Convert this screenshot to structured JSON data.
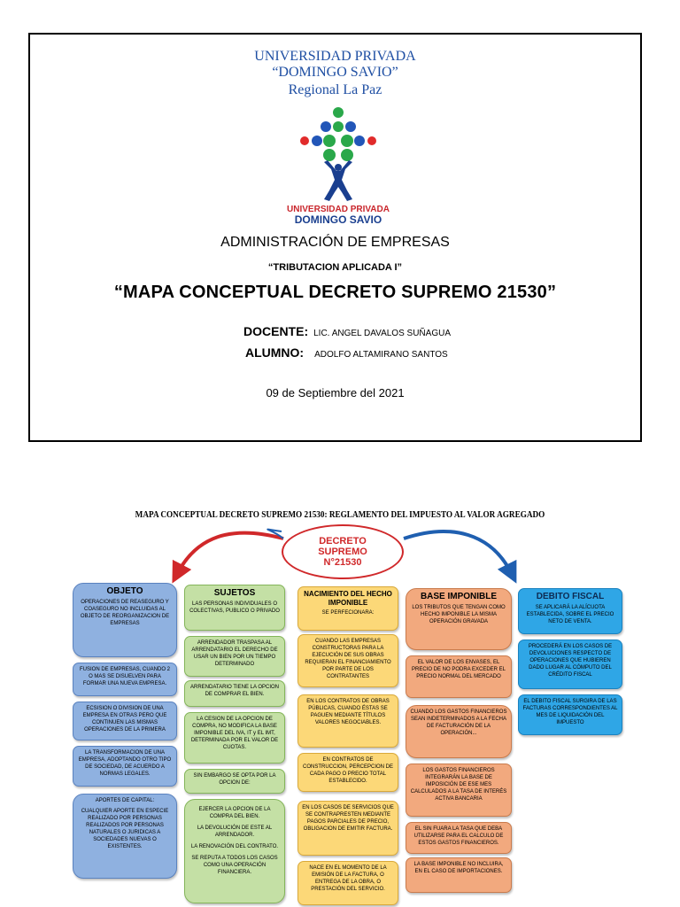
{
  "cover": {
    "university_line1": "UNIVERSIDAD PRIVADA",
    "university_line2": "“DOMINGO SAVIO”",
    "university_line3": "Regional La Paz",
    "logo_text1": "UNIVERSIDAD PRIVADA",
    "logo_text2": "DOMINGO SAVIO",
    "career": "ADMINISTRACIÓN DE EMPRESAS",
    "subject": "“TRIBUTACION APLICADA I”",
    "title": "“MAPA CONCEPTUAL DECRETO SUPREMO 21530”",
    "teacher_label": "DOCENTE:",
    "teacher_name": "LIC. ANGEL DAVALOS SUÑAGUA",
    "student_label": "ALUMNO:",
    "student_name": "ADOLFO ALTAMIRANO SANTOS",
    "date": "09 de Septiembre del 2021"
  },
  "map": {
    "title": "MAPA CONCEPTUAL DECRETO SUPREMO 21530:   REGLAMENTO DEL IMPUESTO AL VALOR AGREGADO",
    "center_line1": "DECRETO",
    "center_line2": "SUPREMO",
    "center_line3": "N°21530",
    "colors": {
      "blue": "#8fb1e0",
      "green": "#c4e0a5",
      "yellow": "#fcd878",
      "orange": "#f2a97e",
      "cyan": "#2fa6e6",
      "accent_red": "#d0282a",
      "arrow_blue": "#1f5fb0"
    },
    "objeto": {
      "heading": "OBJETO",
      "boxes": [
        "OPERACIONES DE REASEGURO Y COASEGURO NO INCLUIDAS AL OBJETO DE REORGANIZACION DE EMPRESAS",
        "FUSION DE EMPRESAS, CUANDO 2 O MAS SE DISUELVEN PARA FORMAR UNA NUEVA EMPRESA.",
        "ECSISION O DIVISION DE UNA EMPRESA EN OTRAS PERO QUE CONTINUEN LAS MISMAS OPERACIONES DE LA PRIMERA",
        "LA TRANSFORMACION DE UNA EMPRESA, ADOPTANDO OTRO TIPO DE SOCIEDAD, DE ACUERDO A NORMAS LEGALES.",
        "APORTES DE CAPITAL:",
        "CUALQUIER APORTE EN ESPECIE REALIZADO POR PERSONAS REALIZADOS POR PERSONAS NATURALES O JURIDICAS A SOCIEDADES NUEVAS O EXISTENTES."
      ]
    },
    "sujetos": {
      "heading": "SUJETOS",
      "boxes": [
        "LAS PERSONAS INDIVIDUALES O COLECTIVAS, PUBLICO O PRIVADO",
        "ARRENDADOR TRASPASA AL ARRENDATARIO EL DERECHO DE USAR UN BIEN POR UN TIEMPO DETERMINADO",
        "ARRENDATARIO TIENE LA OPCION DE COMPRAR EL BIEN.",
        "LA CESION DE LA OPCION DE COMPRA, NO MODIFICA LA BASE IMPONIBLE DEL IVA, IT y EL IMT, DETERMINADA POR EL VALOR DE CUOTAS.",
        "SIN EMBARGO SE OPTA POR LA OPCION DE:",
        "EJERCER LA OPCION DE LA COMPRA DEL BIEN.",
        "LA DEVOLUCIÓN DE ESTE AL ARRENDADOR.",
        "LA RENOVACIÓN DEL CONTRATO.",
        "SE REPUTA A TODOS LOS CASOS COMO UNA OPERACIÓN FINANCIERA."
      ]
    },
    "nacimiento": {
      "heading": "NACIMIENTO DEL HECHO IMPONIBLE",
      "boxes": [
        "SE PERFECIONARA:",
        "CUANDO LAS EMPRESAS CONSTRUCTORAS PARA LA EJECUCIÓN DE SUS OBRAS REQUIERAN EL FINANCIAMIENTO POR PARTE DE LOS CONTRATANTES",
        "EN LOS CONTRATOS DE OBRAS PÚBLICAS, CUANDO ÉSTAS SE PAGUEN MEDIANTE TÍTULOS VALORES NEGOCIABLES.",
        "EN CONTRATOS DE CONSTRUCCION, PERCEPCION DE CADA PAGO O PRECIO TOTAL ESTABLECIDO.",
        "EN LOS CASOS DE SERVICIOS QUE SE CONTRAPRESTEN MEDIANTE PAGOS PARCIALES DE PRECIO, OBLIGACION DE EMITIR FACTURA.",
        "NACE EN EL MOMENTO DE LA EMISIÓN DE LA FACTURA, O ENTREGA DE LA OBRA, O PRESTACIÓN DEL SERVICIO."
      ]
    },
    "base": {
      "heading": "BASE IMPONIBLE",
      "boxes": [
        "LOS TRIBUTOS QUE TENGAN COMO HECHO IMPONIBLE LA MISMA OPERACIÓN GRAVADA",
        "EL VALOR DE LOS ENVASES, EL PRECIO DE NO PODRA EXCEDER EL PRECIO NORMAL DEL MERCADO",
        "CUANDO LOS GASTOS FINANCIEROS SEAN INDETERMINADOS A LA FECHA DE FACTURACIÓN DE LA OPERACIÓN...",
        "LOS GASTOS FINANCIEROS INTEGRARÁN LA BASE DE IMPOSICIÓN DE ESE MES CALCULADOS A LA TASA DE INTERÉS ACTIVA BANCARIA",
        "EL SIN FUARA LA TASA QUE DEBA UTILIZARSE PARA EL CALCULO DE ESTOS GASTOS FINANCIEROS.",
        "LA BASE IMPONIBLE NO INCLUIRA, EN EL CASO DE IMPORTACIONES."
      ]
    },
    "debito": {
      "heading": "DEBITO FISCAL",
      "boxes": [
        "SE APLICARÁ LA ALÍCUOTA ESTABLECIDA, SOBRE EL PRECIO NETO DE VENTA.",
        "PROCEDERÁ EN LOS CASOS DE DEVOLUCIONES RESPECTO DE OPERACIONES QUE HUBIEREN DADO LUGAR AL CÓMPUTO DEL CRÉDITO FISCAL",
        "EL DEBITO FISCAL SURGIRA DE LAS FACTURAS CORRESPONDIENTES AL MES DE LIQUIDACIÓN DEL IMPUESTO"
      ]
    }
  }
}
